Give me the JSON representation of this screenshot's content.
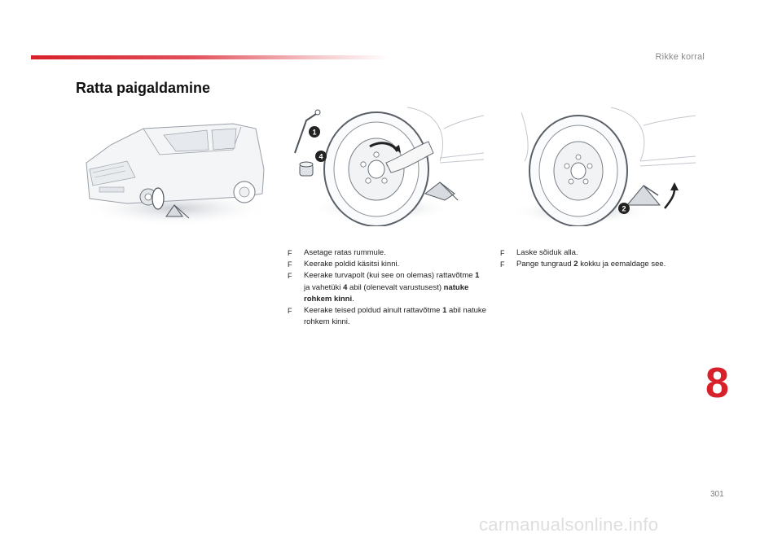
{
  "header": {
    "section_label": "Rikke korral",
    "title": "Ratta paigaldamine"
  },
  "illustrations": [
    {
      "name": "van-with-jack-illustration"
    },
    {
      "name": "wheel-tightening-illustration",
      "callouts": [
        "1",
        "4"
      ]
    },
    {
      "name": "jack-lowering-illustration",
      "callouts": [
        "2"
      ]
    }
  ],
  "left_column": {
    "items": [
      {
        "text": "Asetage ratas rummule."
      },
      {
        "text": "Keerake poldid käsitsi kinni."
      },
      {
        "parts": [
          {
            "t": "Keerake turvapolt (kui see on olemas) rattavõtme "
          },
          {
            "t": "1",
            "b": true
          },
          {
            "t": " ja vahetüki "
          },
          {
            "t": "4",
            "b": true
          },
          {
            "t": " abil (olenevalt varustusest) "
          },
          {
            "t": "natuke rohkem kinni",
            "b": true
          },
          {
            "t": "."
          }
        ]
      },
      {
        "parts": [
          {
            "t": "Keerake teised poldud ainult rattavõtme "
          },
          {
            "t": "1",
            "b": true
          },
          {
            "t": " abil natuke rohkem kinni."
          }
        ]
      }
    ]
  },
  "right_column": {
    "items": [
      {
        "text": "Laske sõiduk alla."
      },
      {
        "parts": [
          {
            "t": "Pange tungraud "
          },
          {
            "t": "2",
            "b": true
          },
          {
            "t": " kokku ja eemaldage see."
          }
        ]
      }
    ]
  },
  "bullet_glyph": "F",
  "chapter_number": "8",
  "page_number": "301",
  "watermark": "carmanualsonline.info",
  "colors": {
    "accent": "#d7202a",
    "text": "#222222",
    "muted": "#8a8a8a"
  }
}
